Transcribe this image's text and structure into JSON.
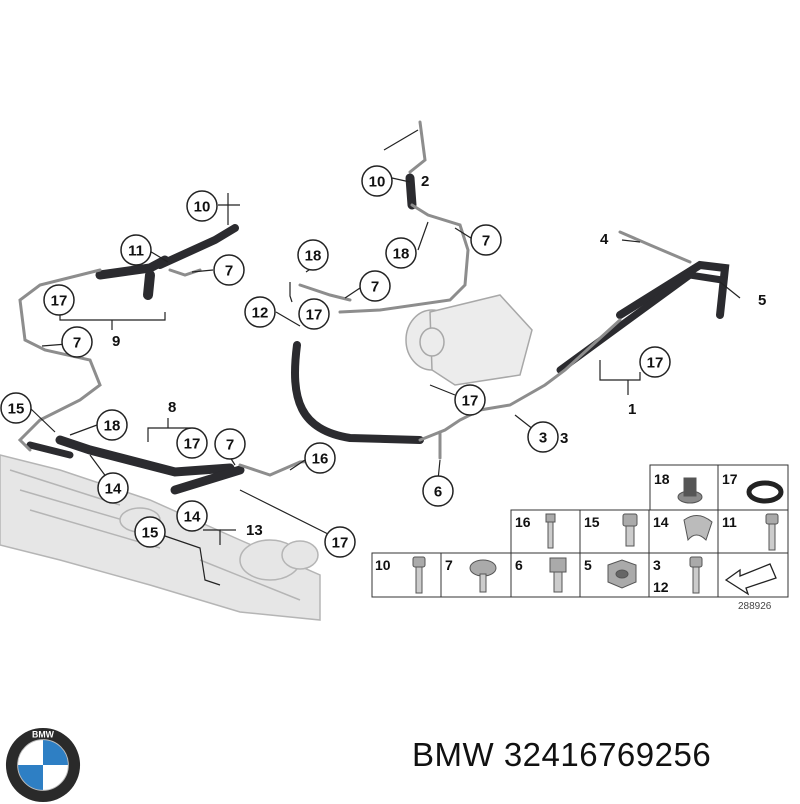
{
  "callouts": [
    "10",
    "2",
    "7",
    "18",
    "10",
    "11",
    "7",
    "17",
    "9",
    "7",
    "18",
    "7",
    "17",
    "12",
    "4",
    "5",
    "17",
    "1",
    "15",
    "18",
    "8",
    "17",
    "7",
    "14",
    "17",
    "3",
    "6",
    "16",
    "15",
    "14",
    "13",
    "17"
  ],
  "plain_labels": [
    "2",
    "9",
    "8",
    "13",
    "4",
    "5",
    "1",
    "3"
  ],
  "parts_grid": {
    "row1": [
      "18",
      "17"
    ],
    "row2": [
      "16",
      "15",
      "14",
      "11"
    ],
    "row3": [
      "10",
      "7",
      "6",
      "5",
      "3",
      "12"
    ]
  },
  "reference_number": "288926",
  "caption": "BMW 32416769256",
  "logo_letters": "BMW",
  "colors": {
    "hose": "#2b2b2f",
    "pipe": "#8d8d8d",
    "outline": "#222222",
    "grid_line": "#333333"
  }
}
